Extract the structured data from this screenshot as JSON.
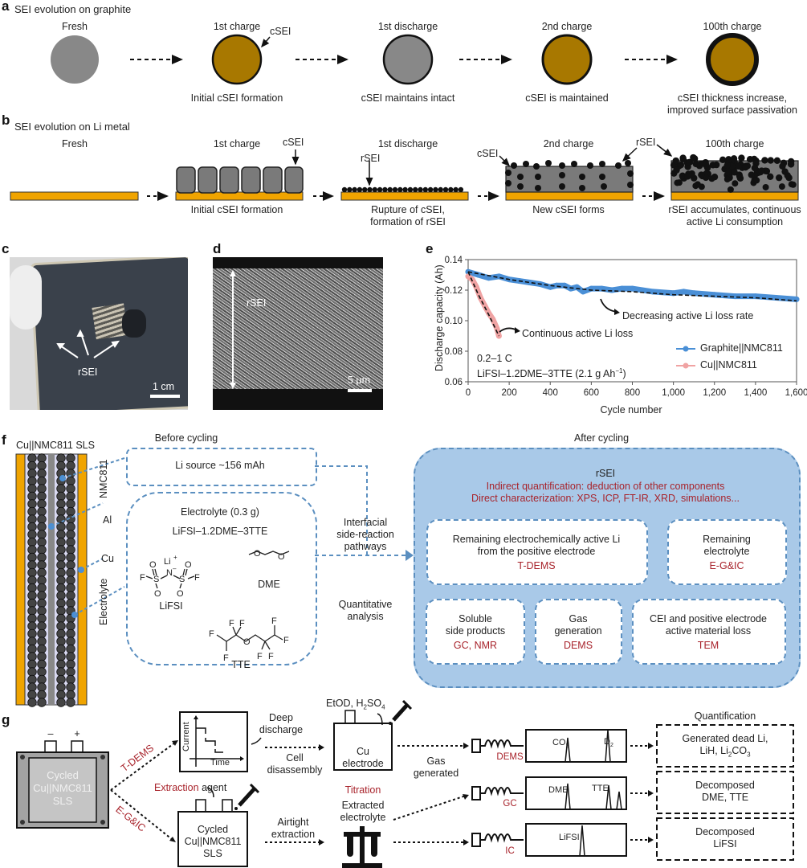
{
  "panel_a": {
    "label": "a",
    "title": "SEI evolution on graphite",
    "stages": [
      {
        "name": "Fresh",
        "caption": ""
      },
      {
        "name": "1st charge",
        "caption": "Initial cSEI formation",
        "annotation": "cSEI"
      },
      {
        "name": "1st discharge",
        "caption": "cSEI maintains intact"
      },
      {
        "name": "2nd charge",
        "caption": "cSEI is maintained"
      },
      {
        "name": "100th charge",
        "caption_line1": "cSEI thickness increase,",
        "caption_line2": "improved surface passivation"
      }
    ]
  },
  "panel_b": {
    "label": "b",
    "title": "SEI evolution on Li metal",
    "stages": [
      {
        "name": "Fresh"
      },
      {
        "name": "1st charge",
        "caption": "Initial cSEI formation",
        "annotation": "cSEI"
      },
      {
        "name": "1st discharge",
        "caption_line1": "Rupture of cSEI,",
        "caption_line2": "formation of rSEI",
        "annotation": "rSEI"
      },
      {
        "name": "2nd charge",
        "caption": "New cSEI forms",
        "annotation_left": "cSEI",
        "annotation_right": "rSEI"
      },
      {
        "name": "100th charge",
        "caption_line1": "rSEI accumulates, continuous",
        "caption_line2": "active Li consumption"
      }
    ]
  },
  "panel_c": {
    "label": "c",
    "annotation": "rSEI",
    "scale_bar": "1 cm"
  },
  "panel_d": {
    "label": "d",
    "annotation": "rSEI",
    "scale_bar": "5 μm"
  },
  "chart_data": {
    "type": "line",
    "label": "e",
    "title": "",
    "xlabel": "Cycle number",
    "ylabel": "Discharge capacity (Ah)",
    "xlim": [
      0,
      1600
    ],
    "ylim": [
      0.06,
      0.14
    ],
    "xticks": [
      "0",
      "200",
      "400",
      "600",
      "800",
      "1,000",
      "1,200",
      "1,400",
      "1,600"
    ],
    "xtick_values": [
      0,
      200,
      400,
      600,
      800,
      1000,
      1200,
      1400,
      1600
    ],
    "yticks": [
      "0.06",
      "0.08",
      "0.10",
      "0.12",
      "0.14"
    ],
    "ytick_values": [
      0.06,
      0.08,
      0.1,
      0.12,
      0.14
    ],
    "legend_position": "bottom-right",
    "series": [
      {
        "name": "Graphite||NMC811",
        "color": "#4a8fd6",
        "x": [
          0,
          50,
          100,
          150,
          200,
          250,
          300,
          350,
          400,
          430,
          470,
          500,
          530,
          560,
          600,
          650,
          700,
          750,
          800,
          900,
          1000,
          1050,
          1100,
          1200,
          1300,
          1400,
          1500,
          1600
        ],
        "y": [
          0.132,
          0.13,
          0.128,
          0.129,
          0.127,
          0.126,
          0.125,
          0.124,
          0.122,
          0.123,
          0.123,
          0.121,
          0.122,
          0.119,
          0.121,
          0.121,
          0.12,
          0.121,
          0.121,
          0.119,
          0.118,
          0.119,
          0.118,
          0.117,
          0.116,
          0.116,
          0.115,
          0.114
        ]
      },
      {
        "name": "Cu||NMC811",
        "color": "#f0a3a3",
        "x": [
          0,
          20,
          40,
          60,
          80,
          100,
          120,
          140,
          150
        ],
        "y": [
          0.129,
          0.127,
          0.122,
          0.115,
          0.11,
          0.105,
          0.101,
          0.095,
          0.09
        ]
      }
    ],
    "fits": [
      {
        "name": "graphite-fit",
        "x": [
          0,
          200,
          400,
          600,
          800,
          1000,
          1200,
          1400,
          1600
        ],
        "y": [
          0.132,
          0.127,
          0.123,
          0.12,
          0.119,
          0.117,
          0.116,
          0.115,
          0.113
        ]
      },
      {
        "name": "cu-fit",
        "x": [
          0,
          50,
          100,
          150
        ],
        "y": [
          0.132,
          0.117,
          0.104,
          0.09
        ]
      }
    ],
    "annotations": [
      "Decreasing active Li loss rate",
      "Continuous active Li loss"
    ],
    "conditions_line1": "0.2–1 C",
    "conditions_line2": "LiFSI–1.2DME–3TTE (2.1 g Ah",
    "conditions_sup": "−1",
    "conditions_end": ")"
  },
  "panel_f": {
    "label": "f",
    "cell_title": "Cu||NMC811 SLS",
    "layer_labels": [
      "NMC811",
      "Al",
      "Cu",
      "Electrolyte"
    ],
    "before_cycling": "Before cycling",
    "li_source": "Li source ~156 mAh",
    "electrolyte_title": "Electrolyte (0.3 g)",
    "electrolyte_formula": "LiFSI–1.2DME–3TTE",
    "molecules": [
      "LiFSI",
      "DME",
      "TTE"
    ],
    "pathways_line1": "Interfacial",
    "pathways_line2": "side-reaction",
    "pathways_line3": "pathways",
    "quant_line1": "Quantitative",
    "quant_line2": "analysis",
    "after_cycling": "After cycling",
    "rsei_title": "rSEI",
    "rsei_indirect": "Indirect quantification: deduction of other components",
    "rsei_direct": "Direct characterization: XPS, ICP, FT-IR, XRD, simulations...",
    "boxes": [
      {
        "line1": "Remaining electrochemically active Li",
        "line2": "from the positive electrode",
        "method": "T-DEMS"
      },
      {
        "line1": "Remaining",
        "line2": "electrolyte",
        "method": "E-G&IC"
      },
      {
        "line1": "Soluble",
        "line2": "side products",
        "method": "GC, NMR"
      },
      {
        "line1": "Gas",
        "line2": "generation",
        "method": "DEMS"
      },
      {
        "line1": "CEI and positive electrode",
        "line2": "active material loss",
        "method": "TEM"
      }
    ]
  },
  "panel_g": {
    "label": "g",
    "cell_line1": "Cycled",
    "cell_line2": "Cu||NMC811",
    "cell_line3": "SLS",
    "terminal_neg": "–",
    "terminal_pos": "+",
    "path_top": "T-DEMS",
    "path_bottom": "E-G&IC",
    "plot_y": "Current",
    "plot_x": "Time",
    "deep_line1": "Deep",
    "deep_line2": "discharge",
    "cell_dis_line1": "Cell",
    "cell_dis_line2": "disassembly",
    "extraction_red": "Extraction",
    "extraction_black": " agent",
    "airtight_line1": "Airtight",
    "airtight_line2": "extraction",
    "reagents": "EtOD, H",
    "cu_line1": "Cu",
    "cu_line2": "electrode",
    "titration": "Titration",
    "extracted_line1": "Extracted",
    "extracted_line2": "electrolyte",
    "gas_line1": "Gas",
    "gas_line2": "generated",
    "instruments": [
      "DEMS",
      "GC",
      "IC"
    ],
    "peaks_dems": [
      "CO",
      "D"
    ],
    "peaks_gc": [
      "DME",
      "TTE"
    ],
    "peaks_ic": [
      "LiFSI"
    ],
    "quant_title": "Quantification",
    "quant_boxes": [
      {
        "line1": "Generated dead Li,",
        "line2": "LiH, Li"
      },
      {
        "line1": "Decomposed",
        "line2": "DME, TTE"
      },
      {
        "line1": "Decomposed",
        "line2": "LiFSI"
      }
    ]
  },
  "colors": {
    "gold": "#a87800",
    "grey": "#888888",
    "li_foil": "#f0a400",
    "blue_dash": "#5b8fc0",
    "panel_blue": "#a9c9e8",
    "red_text": "#a8232b",
    "graphite_series": "#4a8fd6",
    "cu_series": "#f0a3a3"
  }
}
